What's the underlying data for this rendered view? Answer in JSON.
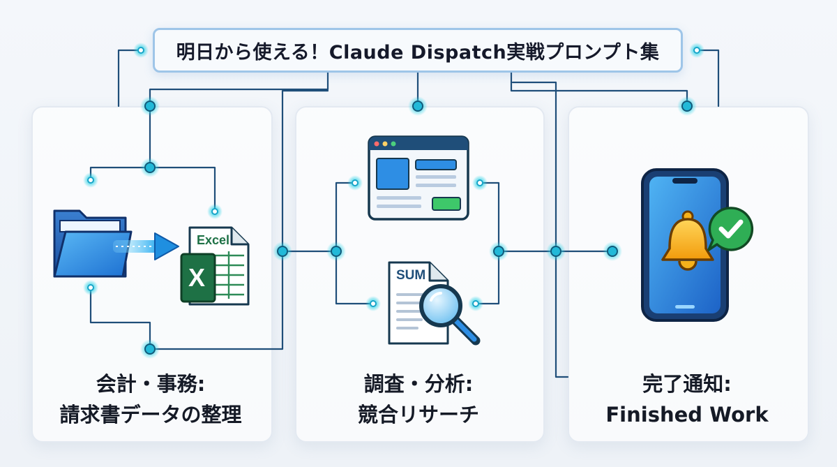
{
  "title": "明日から使える！Claude Dispatch実戦プロンプト集",
  "panels": [
    {
      "id": "accounting",
      "line1": "会計・事務:",
      "line2": "請求書データの整理",
      "icon_labels": {
        "excel_text": "Excel",
        "excel_letter": "X"
      }
    },
    {
      "id": "research",
      "line1": "調査・分析:",
      "line2": "競合リサーチ",
      "icon_labels": {
        "doc_text": "SUM"
      }
    },
    {
      "id": "notify",
      "line1": "完了通知:",
      "line2": "Finished Work"
    }
  ],
  "icons": [
    "folder-icon",
    "arrow-icon",
    "excel-file-icon",
    "browser-window-icon",
    "summary-document-icon",
    "magnifier-icon",
    "smartphone-icon",
    "bell-icon",
    "check-badge-icon"
  ],
  "colors": {
    "accent_blue": "#1e7fd6",
    "wire": "#1f4e79",
    "node_glow": "#2fd3e6",
    "excel_green": "#1e7145",
    "bell_yellow": "#f6b21b",
    "check_green": "#2fae55"
  }
}
